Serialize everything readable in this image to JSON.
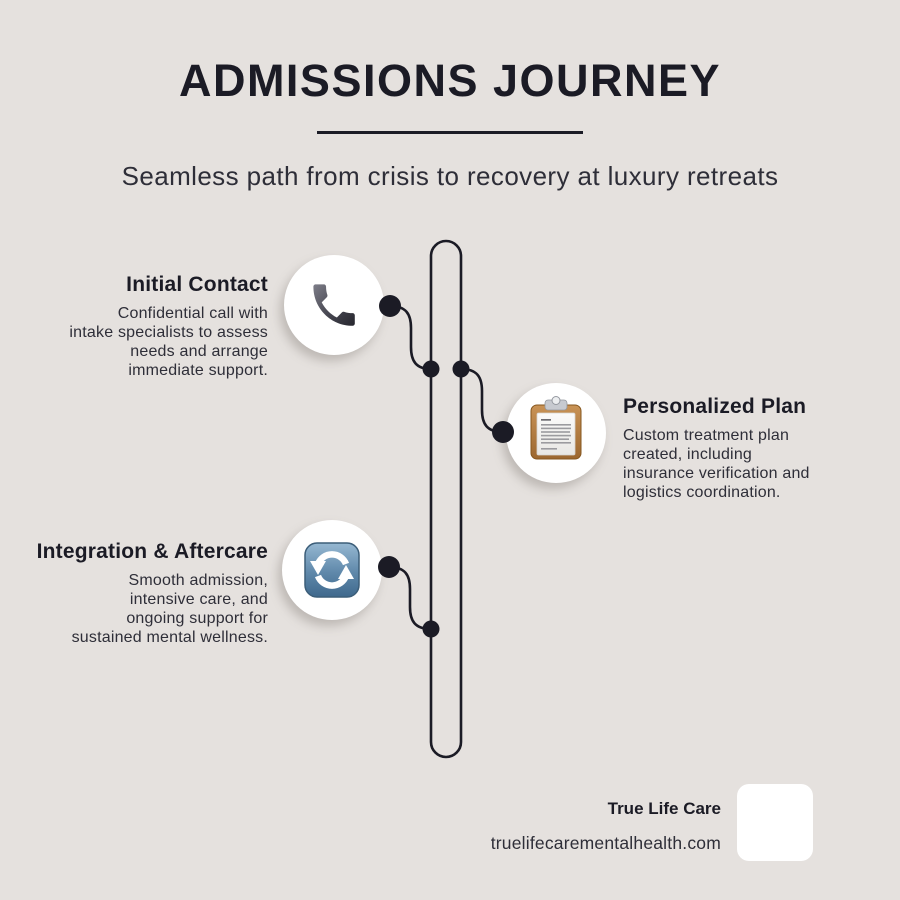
{
  "theme": {
    "background": "#e5e1de",
    "ink": "#1b1b25",
    "body_text": "#2e2e38"
  },
  "header": {
    "title": "ADMISSIONS JOURNEY",
    "subtitle": "Seamless path from crisis to recovery at luxury retreats"
  },
  "steps": [
    {
      "title": "Initial Contact",
      "description": "Confidential call with\nintake specialists to assess\nneeds and arrange\nimmediate support.",
      "icon": "phone-receiver-icon",
      "side": "left",
      "icon_color": "#3c3c45"
    },
    {
      "title": "Personalized Plan",
      "description": "Custom treatment plan\ncreated, including\ninsurance verification and\nlogistics coordination.",
      "icon": "clipboard-icon",
      "side": "right",
      "icon_color": "#b0783e"
    },
    {
      "title": "Integration & Aftercare",
      "description": "Smooth admission,\nintensive care, and\nongoing support for\nsustained mental wellness.",
      "icon": "refresh-arrows-icon",
      "side": "left",
      "icon_color": "#5c86a8"
    }
  ],
  "footer": {
    "brand": "True Life Care",
    "website": "truelifecarementalhealth.com"
  }
}
